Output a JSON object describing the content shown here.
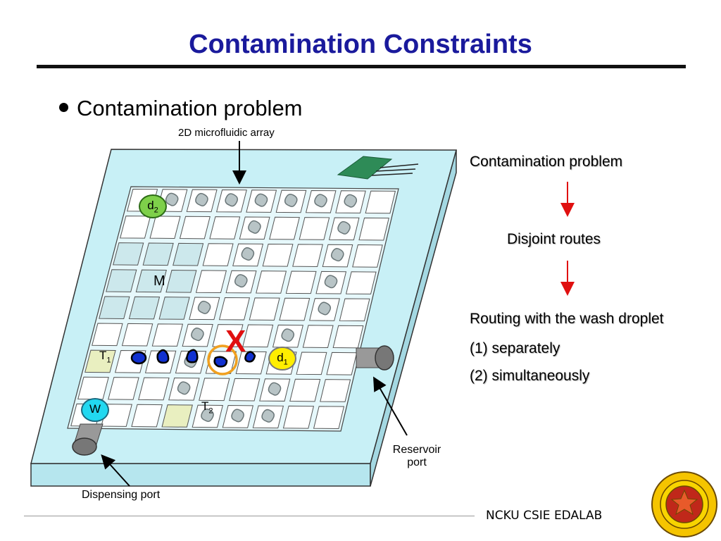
{
  "slide": {
    "title": "Contamination Constraints",
    "bullet": "Contamination problem"
  },
  "diagram": {
    "array_label": "2D microfluidic array",
    "dispensing_port_label": "Dispensing port",
    "reservoir_port_label_line1": "Reservoir",
    "reservoir_port_label_line2": "port",
    "cells": {
      "d2": "d",
      "d2_sub": "2",
      "d1": "d",
      "d1_sub": "1",
      "t1": "T",
      "t1_sub": "1",
      "t2": "T",
      "t2_sub": "2",
      "m": "M",
      "w": "W"
    },
    "contamination_mark": "X"
  },
  "flow": {
    "step1": "Contamination problem",
    "step2": "Disjoint routes",
    "step3": "Routing with the wash droplet",
    "option1": "(1) separately",
    "option2": "(2) simultaneously"
  },
  "footer": {
    "lab": "NCKU CSIE EDALAB"
  },
  "colors": {
    "title": "#1a1a9c",
    "board": "#c8f0f6",
    "arrow_red": "#e01010",
    "droplet_blue": "#1030d0"
  }
}
